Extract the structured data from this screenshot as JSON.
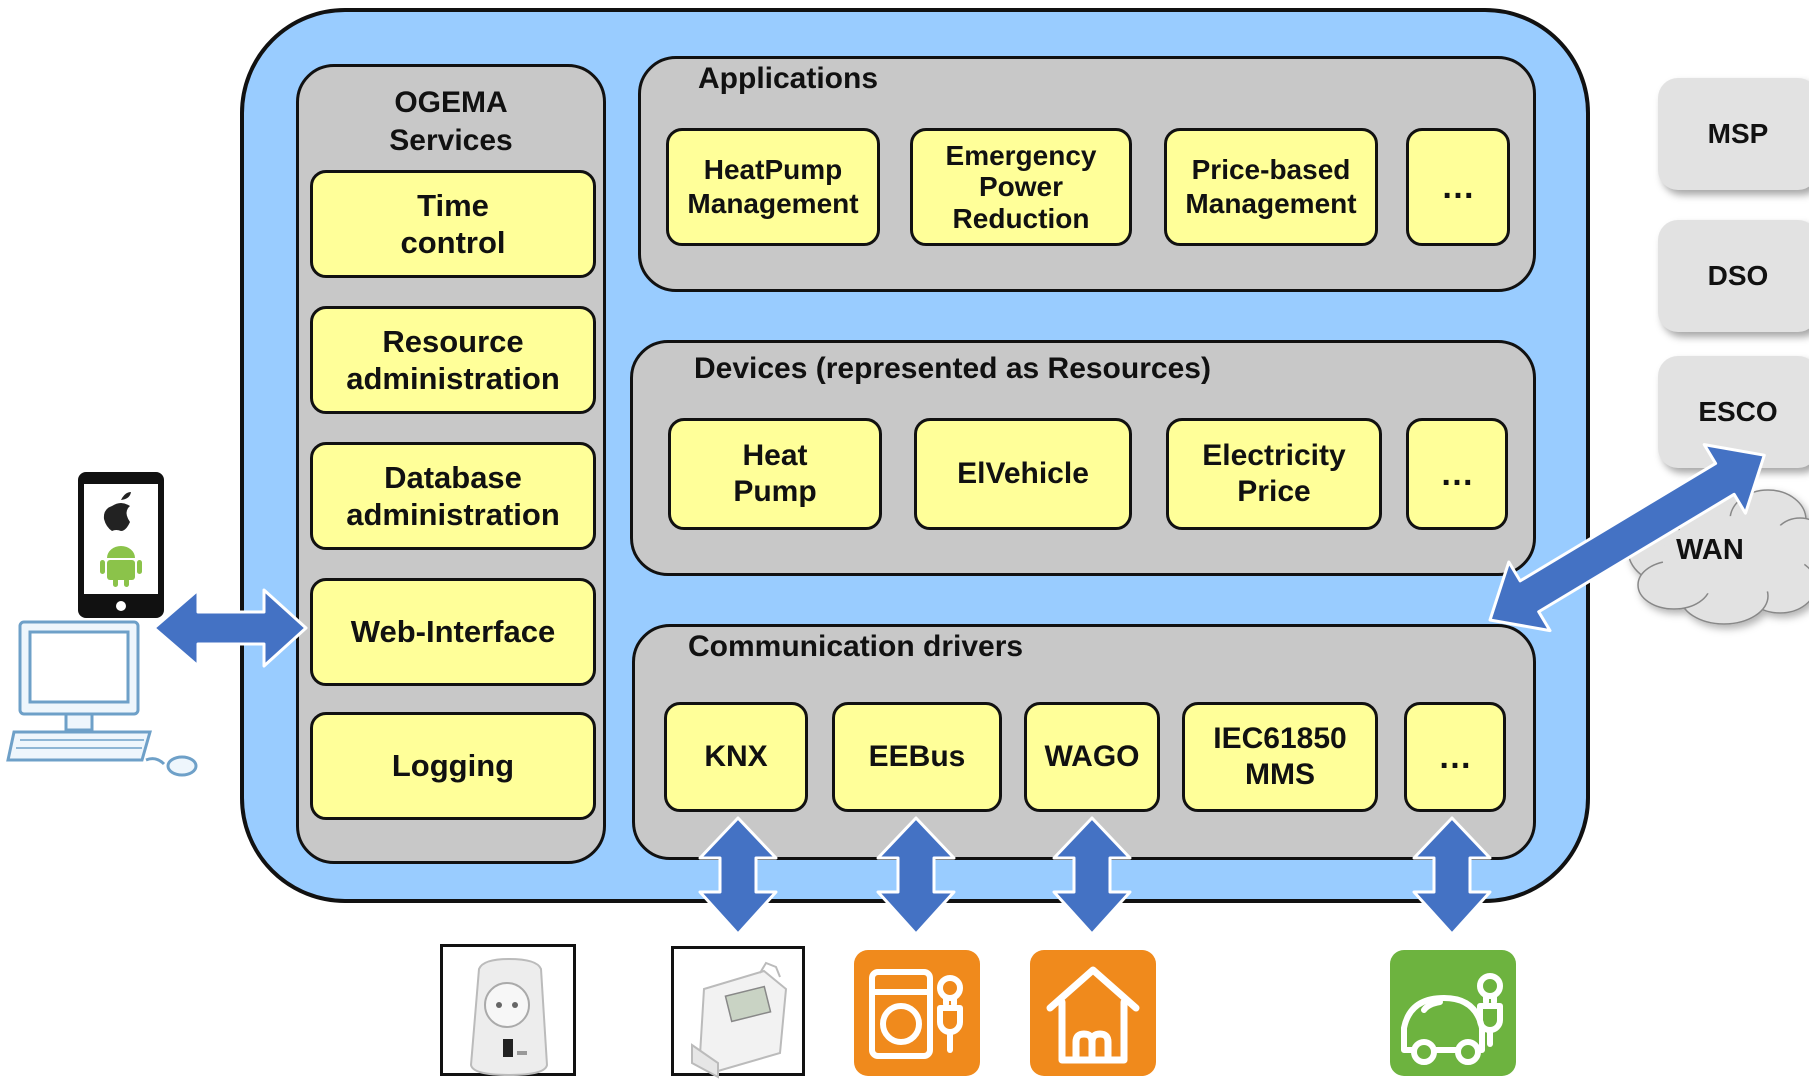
{
  "ogema_services": {
    "title_line1": "OGEMA",
    "title_line2": "Services",
    "items": [
      {
        "line1": "Time",
        "line2": "control"
      },
      {
        "line1": "Resource",
        "line2": "administration"
      },
      {
        "line1": "Database",
        "line2": "administration"
      },
      {
        "line1": "Web-Interface",
        "line2": ""
      },
      {
        "line1": "Logging",
        "line2": ""
      }
    ]
  },
  "applications": {
    "title": "Applications",
    "items": [
      {
        "line1": "HeatPump",
        "line2": "Management",
        "line3": ""
      },
      {
        "line1": "Emergency",
        "line2": "Power",
        "line3": "Reduction"
      },
      {
        "line1": "Price-based",
        "line2": "Management",
        "line3": ""
      },
      {
        "line1": "…",
        "line2": "",
        "line3": ""
      }
    ]
  },
  "devices": {
    "title": "Devices (represented as Resources)",
    "items": [
      {
        "line1": "Heat",
        "line2": "Pump"
      },
      {
        "line1": "ElVehicle",
        "line2": ""
      },
      {
        "line1": "Electricity",
        "line2": "Price"
      },
      {
        "line1": "…",
        "line2": ""
      }
    ]
  },
  "drivers": {
    "title": "Communication drivers",
    "items": [
      {
        "line1": "KNX",
        "line2": ""
      },
      {
        "line1": "EEBus",
        "line2": ""
      },
      {
        "line1": "WAGO",
        "line2": ""
      },
      {
        "line1": "IEC61850",
        "line2": "MMS"
      },
      {
        "line1": "…",
        "line2": ""
      }
    ]
  },
  "external": {
    "items": [
      "MSP",
      "DSO",
      "ESCO"
    ],
    "cloud_label": "WAN"
  },
  "client_devices": [
    "smartphone-icon",
    "desktop-computer-icon"
  ],
  "field_devices": [
    "smart-plug-icon",
    "radiator-thermostat-icon",
    "washing-machine-tile-icon",
    "smart-home-tile-icon",
    "electric-vehicle-tile-icon"
  ],
  "colors": {
    "platform_bg": "#99ccff",
    "panel_bg": "#c8c8c8",
    "box_bg": "#ffff99",
    "arrow_fill": "#4472c4",
    "tile_orange": "#f08a1c",
    "tile_green": "#6db33f",
    "external_bg": "#e2e2e2"
  }
}
